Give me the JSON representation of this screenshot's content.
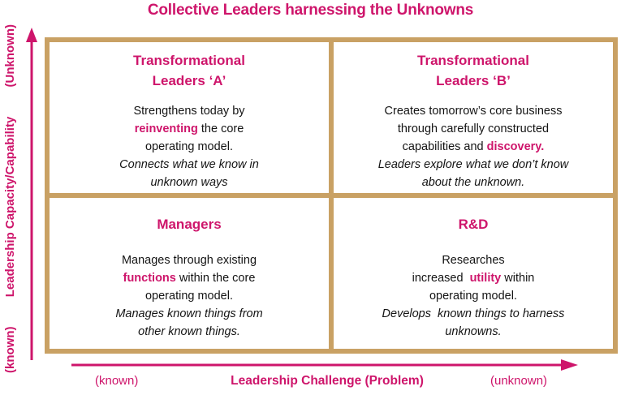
{
  "title": "Collective Leaders harnessing the Unknowns",
  "colors": {
    "accent_magenta": "#CE156B",
    "grid_border_tan": "#C9A164",
    "body_text": "#141414",
    "background": "#FFFFFF"
  },
  "y_axis": {
    "low": "(known)",
    "label": "Leadership Capacity/Capability",
    "high": "(Unknown)",
    "arrow_direction": "up"
  },
  "x_axis": {
    "low": "(known)",
    "label": "Leadership Challenge (Problem)",
    "high": "(unknown)",
    "arrow_direction": "right"
  },
  "quadrants": {
    "top_left": {
      "title": "Transformational\nLeaders ‘A’",
      "body": [
        [
          {
            "t": "Strengthens today by",
            "s": "n"
          }
        ],
        [
          {
            "t": "reinventing",
            "s": "a"
          },
          {
            "t": " the core",
            "s": "n"
          }
        ],
        [
          {
            "t": "operating model.",
            "s": "n"
          }
        ],
        [
          {
            "t": "Connects what we know in",
            "s": "i"
          }
        ],
        [
          {
            "t": "unknown ways",
            "s": "i"
          }
        ]
      ]
    },
    "top_right": {
      "title": "Transformational\nLeaders ‘B’",
      "body": [
        [
          {
            "t": "Creates tomorrow’s core business",
            "s": "n"
          }
        ],
        [
          {
            "t": "through carefully constructed",
            "s": "n"
          }
        ],
        [
          {
            "t": "capabilities and ",
            "s": "n"
          },
          {
            "t": "discovery.",
            "s": "a"
          }
        ],
        [
          {
            "t": "Leaders explore what we don’t know",
            "s": "i"
          }
        ],
        [
          {
            "t": "about the unknown.",
            "s": "i"
          }
        ]
      ]
    },
    "bottom_left": {
      "title": "Managers",
      "body": [
        [
          {
            "t": "Manages through existing",
            "s": "n"
          }
        ],
        [
          {
            "t": "functions",
            "s": "a"
          },
          {
            "t": " within the core",
            "s": "n"
          }
        ],
        [
          {
            "t": "operating model.",
            "s": "n"
          }
        ],
        [
          {
            "t": "Manages known things from",
            "s": "i"
          }
        ],
        [
          {
            "t": "other known things.",
            "s": "i"
          }
        ]
      ]
    },
    "bottom_right": {
      "title": "R&D",
      "body": [
        [
          {
            "t": "Researches",
            "s": "n"
          }
        ],
        [
          {
            "t": "increased  ",
            "s": "n"
          },
          {
            "t": "utility",
            "s": "a"
          },
          {
            "t": " within",
            "s": "n"
          }
        ],
        [
          {
            "t": "operating model.",
            "s": "n"
          }
        ],
        [
          {
            "t": "Develops  known things to harness",
            "s": "i"
          }
        ],
        [
          {
            "t": "unknowns.",
            "s": "i"
          }
        ]
      ]
    }
  }
}
